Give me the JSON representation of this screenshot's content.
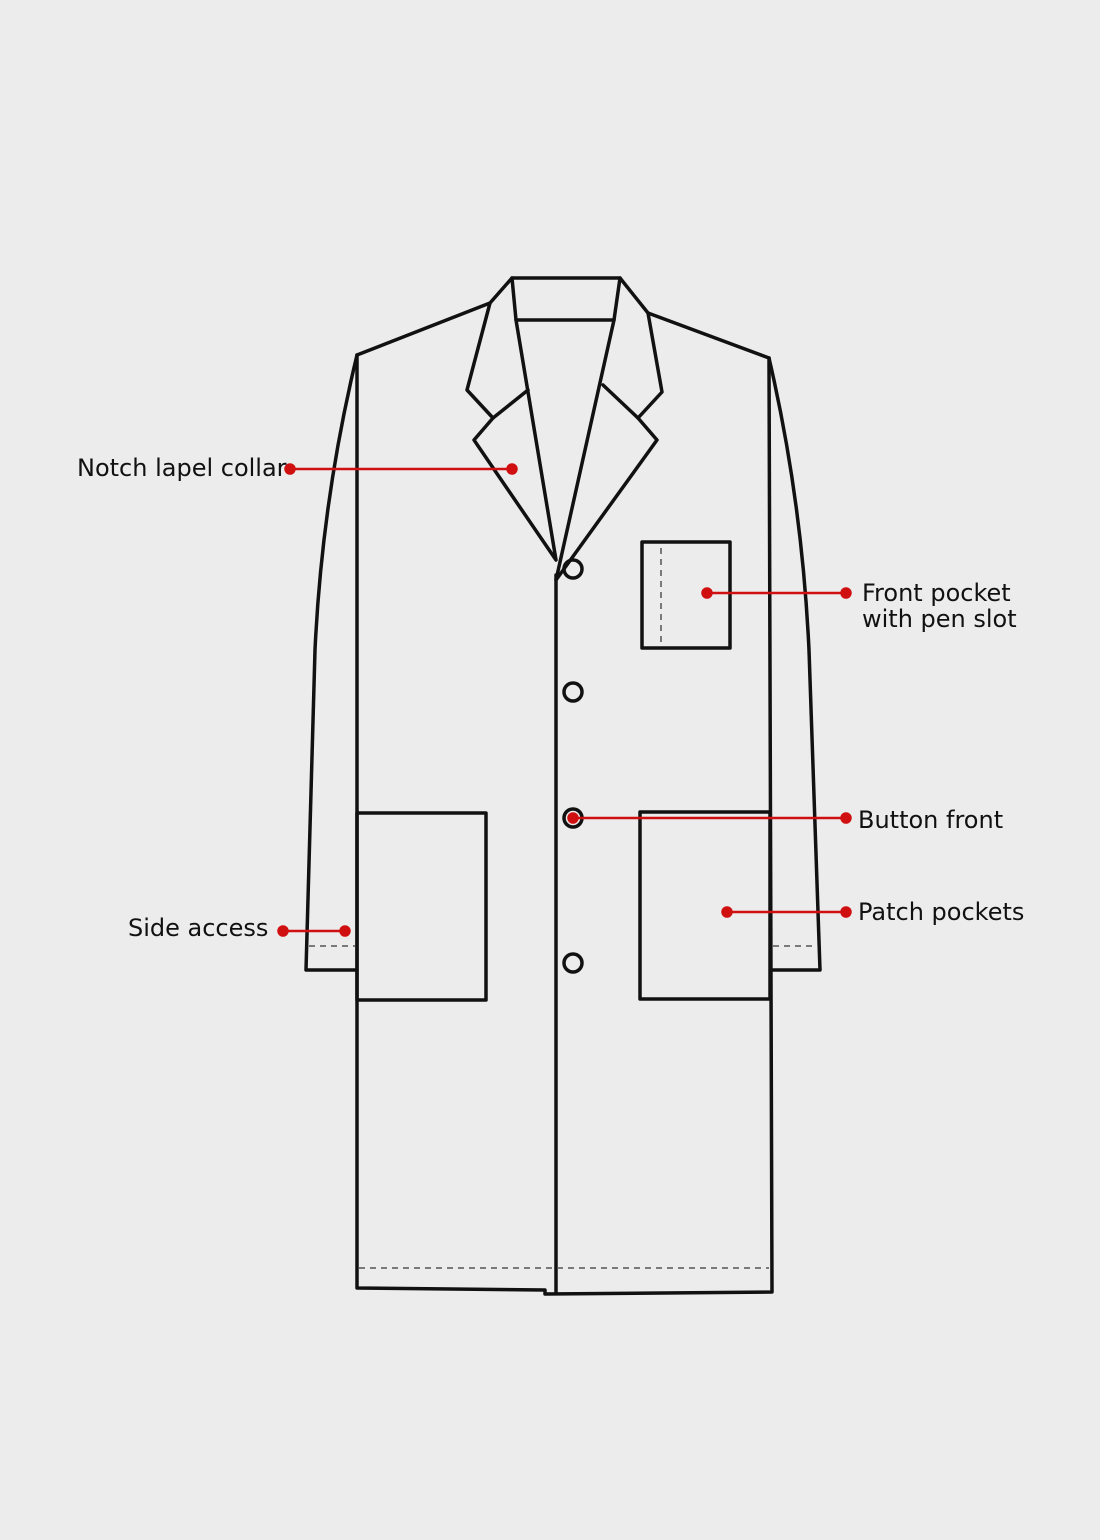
{
  "colors": {
    "background": "#ececec",
    "outline": "#111111",
    "callout": "#d01010",
    "dashed": "#555555"
  },
  "callouts": {
    "collar": "Notch lapel collar",
    "front_pocket_line1": "Front pocket",
    "front_pocket_line2": "with pen slot",
    "button_front": "Button front",
    "patch_pockets": "Patch pockets",
    "side_access": "Side access"
  }
}
